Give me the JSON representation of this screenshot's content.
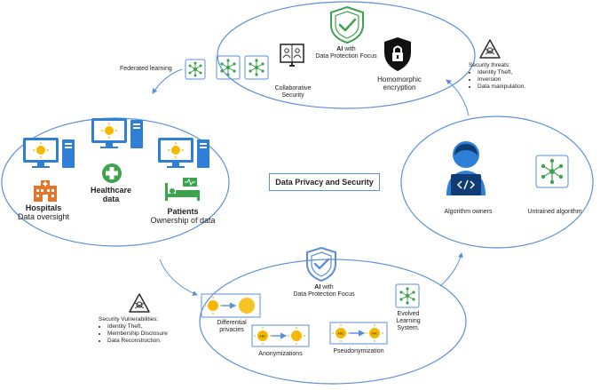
{
  "title": "Data Privacy and Security",
  "federated_learning": "Federated learning",
  "top_circle": {
    "ai_strong": "AI",
    "ai_rest": " with",
    "ai_line2": "Data Protection Focus",
    "collab_line1": "Collaborative",
    "collab_line2": "Security",
    "homo_line1": "Homomorphic",
    "homo_line2": "encryption"
  },
  "threats": {
    "heading": "Security threats:",
    "items": [
      "Identity Theft,",
      "Inversion",
      "Data manipulation."
    ]
  },
  "left_circle": {
    "hospitals": "Hospitals",
    "hospitals_sub": "Data oversight",
    "healthcare_line1": "Healthcare",
    "healthcare_line2": "data",
    "patients": "Patients",
    "patients_sub": "Ownership of data"
  },
  "right_circle": {
    "owners": "Algorithm owners",
    "untrained": "Untrained algorithm"
  },
  "bottom_circle": {
    "ai_strong": "AI",
    "ai_rest": " with",
    "ai_line2": "Data Protection Focus",
    "diff_line1": "Differential",
    "diff_line2": "privacies",
    "anon": "Anonymizations",
    "pseudo": "Pseudonymization",
    "evolved_line1": "Evolved",
    "evolved_line2": "Learning",
    "evolved_line3": "System."
  },
  "vulnerabilities": {
    "heading": "Security Vulnerabilities:",
    "items": [
      "Identity Theft,",
      "Membership Disclosure",
      "Data Reconstruction."
    ]
  },
  "sun_badge": "ABC",
  "colors": {
    "ring": "#5b8fd6",
    "green": "#3fa34d",
    "icon_dark": "#2c2c2c",
    "screen_blue": "#2f7fd6",
    "sun": "#f5b800",
    "hospital": "#e5752a"
  }
}
